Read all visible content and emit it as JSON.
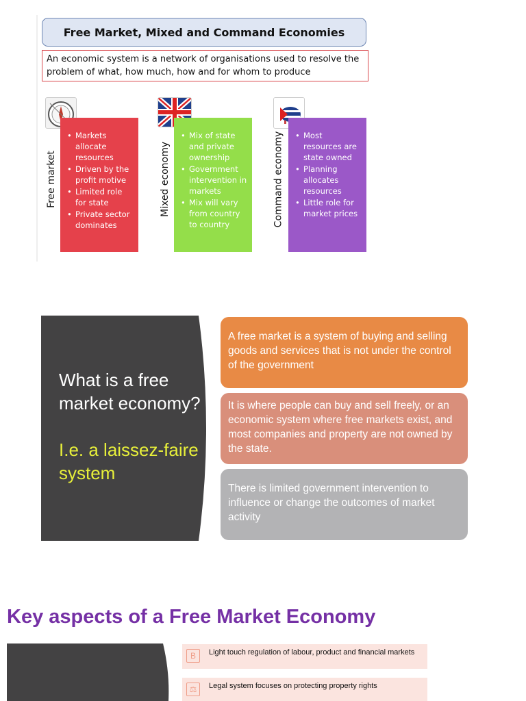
{
  "section1": {
    "title": "Free Market, Mixed and Command Economies",
    "definition": "An economic system is a network of organisations used to resolve the problem of what, how much, how and for whom to produce",
    "columns": [
      {
        "label": "Free market",
        "icon": "compass-profit-icon",
        "color": "#e5414b",
        "bullets": [
          "Markets allocate resources",
          "Driven by the profit motive",
          "Limited role for state",
          "Private sector dominates"
        ]
      },
      {
        "label": "Mixed economy",
        "icon": "union-jack-flag-icon",
        "color": "#94de4a",
        "bullets": [
          "Mix of state and private ownership",
          "Government intervention in markets",
          "Mix will vary from country to country"
        ]
      },
      {
        "label": "Command economy",
        "icon": "cuba-flag-pig-icon",
        "color": "#9b58c8",
        "bullets": [
          "Most resources are state owned",
          "Planning allocates resources",
          "Little role for market prices"
        ]
      }
    ]
  },
  "section2": {
    "question": "What is a free market economy?",
    "subtitle": "I.e. a laissez-faire system",
    "panel_color": "#434243",
    "subtitle_color": "#e7ef3a",
    "boxes": [
      {
        "text": "A free market is a system of buying and selling goods and services that is not under the control of the government",
        "color": "#e88a45"
      },
      {
        "text": "It is where people can buy and sell freely, or an economic system where free markets exist, and most companies and property are not owned by the state.",
        "color": "#d98f7b"
      },
      {
        "text": "There is limited government intervention to influence or change the outcomes of market activity",
        "color": "#b3b3b5"
      }
    ]
  },
  "section3": {
    "title": "Key aspects of a Free Market Economy",
    "title_color": "#7530a5",
    "items": [
      {
        "icon": "bold-b-icon",
        "text": "Light touch regulation of labour, product and financial markets"
      },
      {
        "icon": "scales-of-justice-icon",
        "text": "Legal system focuses on protecting property rights"
      }
    ]
  }
}
